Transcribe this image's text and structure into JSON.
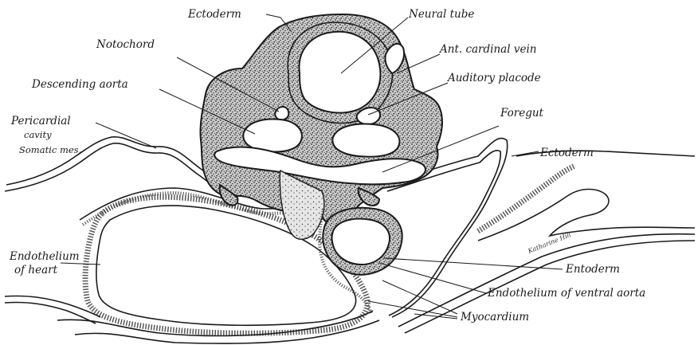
{
  "labels": {
    "ectoderm_top": "Ectoderm",
    "neural_tube": "Neural tube",
    "notochord": "Notochord",
    "ant_cardinal_vein": "Ant. cardinal vein",
    "descending_aorta": "Descending aorta",
    "auditory_placode": "Auditory placode",
    "pericardial_cavity_line1": "Pericardial",
    "pericardial_cavity_line2": "cavity",
    "somatic_mes": "Somatic mes.",
    "foregut": "Foregut",
    "ectoderm_right": "Ectoderm",
    "endothelium_heart_line1": "Endothelium",
    "endothelium_heart_line2": "of heart",
    "entoderm": "Entoderm",
    "endothelium_ventral_aorta": "Endothelium of ventral aorta",
    "myocardium": "Myocardium"
  },
  "signature": "Katharine Hill",
  "colors": {
    "ink": "#1a1a1a",
    "paper": "#ffffff"
  }
}
